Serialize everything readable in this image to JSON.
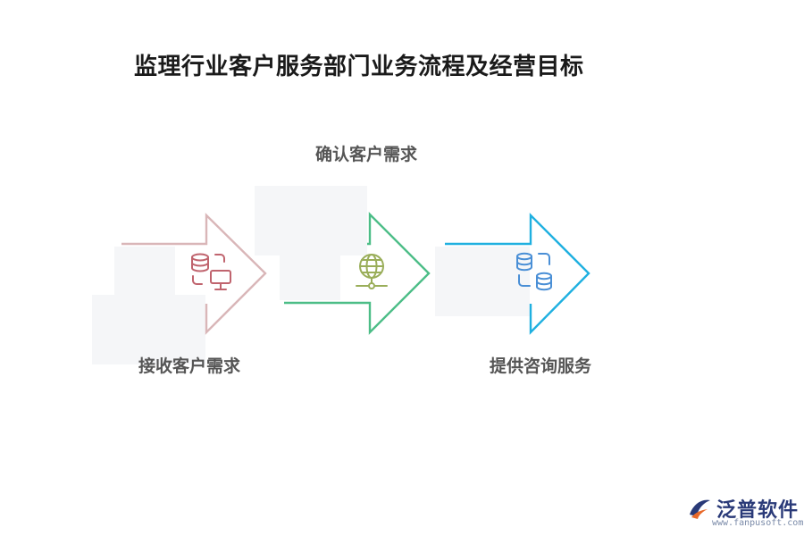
{
  "title": "监理行业客户服务部门业务流程及经营目标",
  "steps": [
    {
      "label": "接收客户需求",
      "color": "#d9b6b8",
      "icon": "database-monitor-icon",
      "icon_color": "#c0646e"
    },
    {
      "label": "确认客户需求",
      "color": "#4cbd87",
      "icon": "globe-network-icon",
      "icon_color": "#9aae5a"
    },
    {
      "label": "提供咨询服务",
      "color": "#1fb0e0",
      "icon": "database-sync-icon",
      "icon_color": "#4a8fd6"
    }
  ],
  "logo": {
    "name": "泛普软件",
    "url": "www.fanpusoft.com"
  }
}
